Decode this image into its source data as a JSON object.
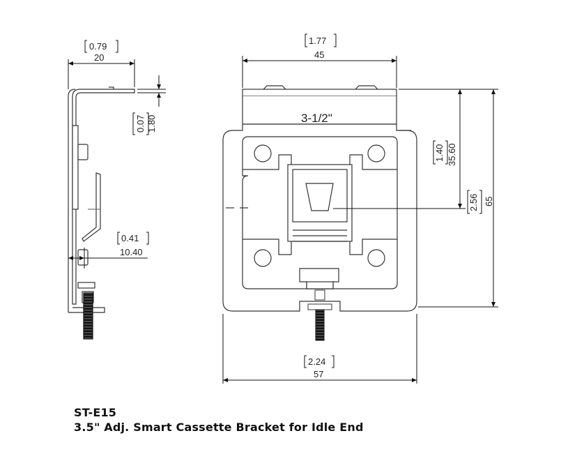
{
  "drawing": {
    "size_label": "3-1/2\"",
    "dimensions": {
      "side_width": {
        "inch": "0.79",
        "mm": "20"
      },
      "flange_thickness": {
        "inch": "0.07",
        "mm": "1.80"
      },
      "side_offset": {
        "inch": "0.41",
        "mm": "10.40"
      },
      "top_width": {
        "inch": "1.77",
        "mm": "45"
      },
      "bottom_width": {
        "inch": "2.24",
        "mm": "57"
      },
      "slot_center": {
        "inch": "1.40",
        "mm": "35.60"
      },
      "window_height": {
        "inch": "2.56"
      },
      "total_height": {
        "mm": "65"
      }
    }
  },
  "caption": {
    "part_number": "ST-E15",
    "description": "3.5\" Adj. Smart Cassette Bracket for Idle End"
  }
}
